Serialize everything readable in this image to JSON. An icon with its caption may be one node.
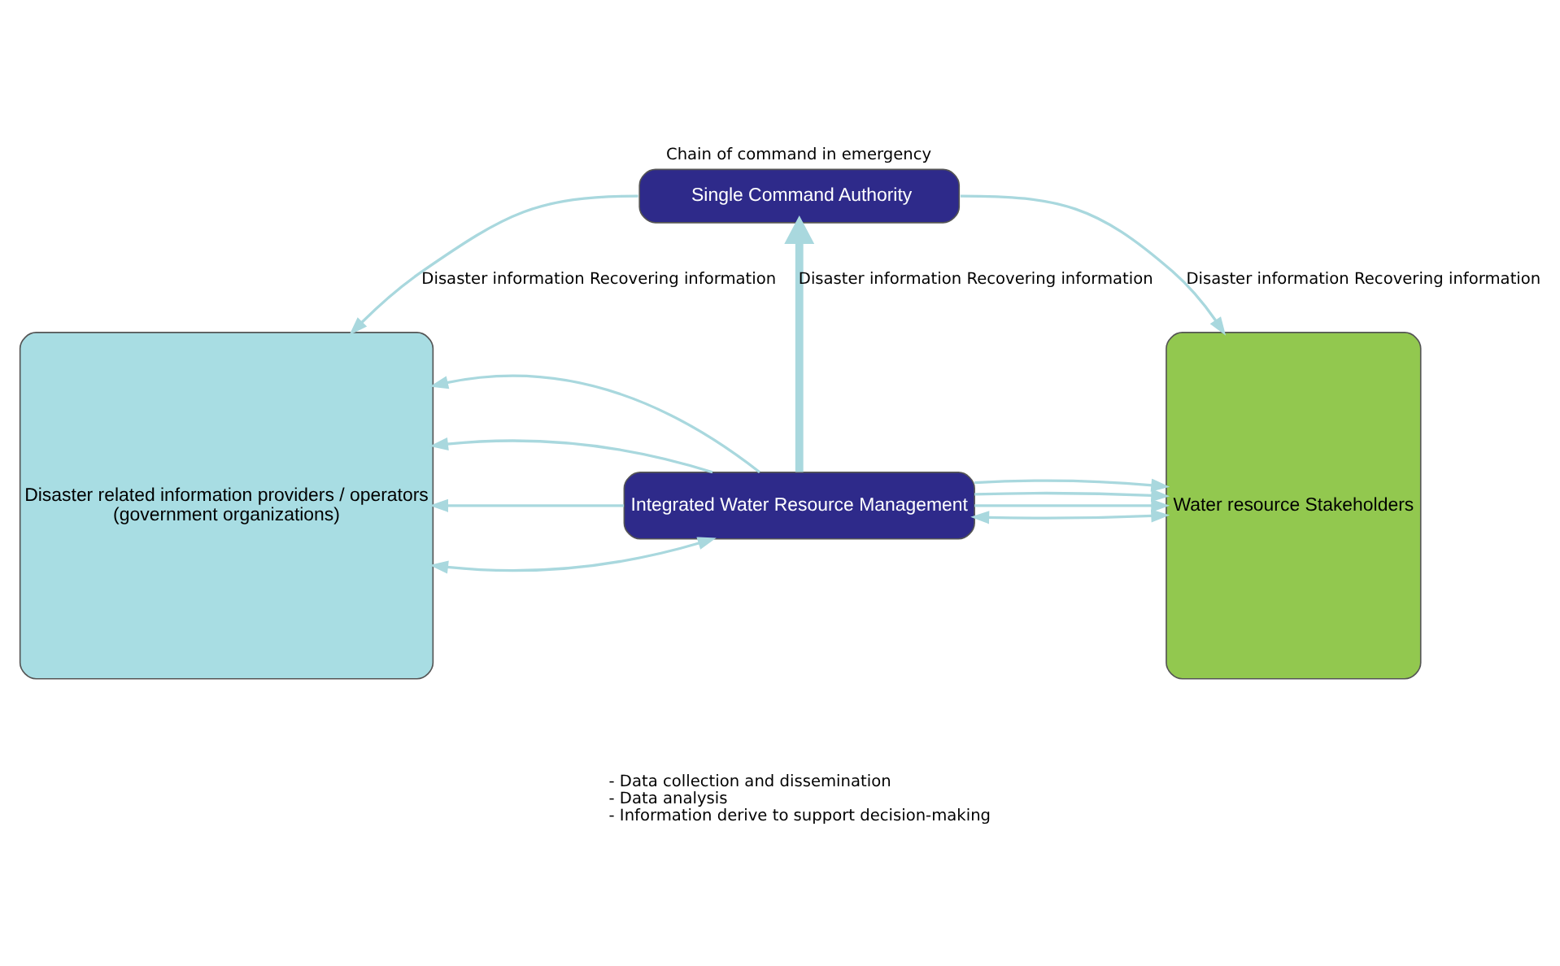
{
  "diagram": {
    "nodes": [
      {
        "text": [
          "Single Command Authority"
        ],
        "beside": [
          "Chain of command in emergency"
        ]
      },
      {
        "text": [
          "Disaster related information providers / operators",
          "(government organizations)"
        ]
      },
      {
        "text": [
          "Integrated Water Resource Management"
        ],
        "beside": [
          "- Data collection and dissemination",
          "- Data analysis",
          "- Information derive to support decision-making"
        ]
      },
      {
        "text": [
          "Water resource Stakeholders"
        ]
      }
    ],
    "edges": [
      {
        "from": 0,
        "to": 1,
        "arrow": "to",
        "label": "Disaster information Recovering information"
      },
      {
        "from": 0,
        "to": 3,
        "arrow": "to",
        "label": "Disaster information Recovering information"
      },
      {
        "from": 2,
        "to": 0,
        "arrow": "to",
        "style": "thick",
        "label": "Disaster information Recovering information"
      },
      {
        "from": 2,
        "to": 1,
        "arrow": "both"
      },
      {
        "from": 2,
        "to": 1,
        "arrow": "to"
      },
      {
        "from": 2,
        "to": 1,
        "arrow": "to"
      },
      {
        "from": 2,
        "to": 1,
        "arrow": "to"
      },
      {
        "from": 2,
        "to": 3,
        "arrow": "both"
      },
      {
        "from": 2,
        "to": 3,
        "arrow": "to"
      },
      {
        "from": 2,
        "to": 3,
        "arrow": "to"
      },
      {
        "from": 2,
        "to": 3,
        "arrow": "to"
      }
    ]
  }
}
